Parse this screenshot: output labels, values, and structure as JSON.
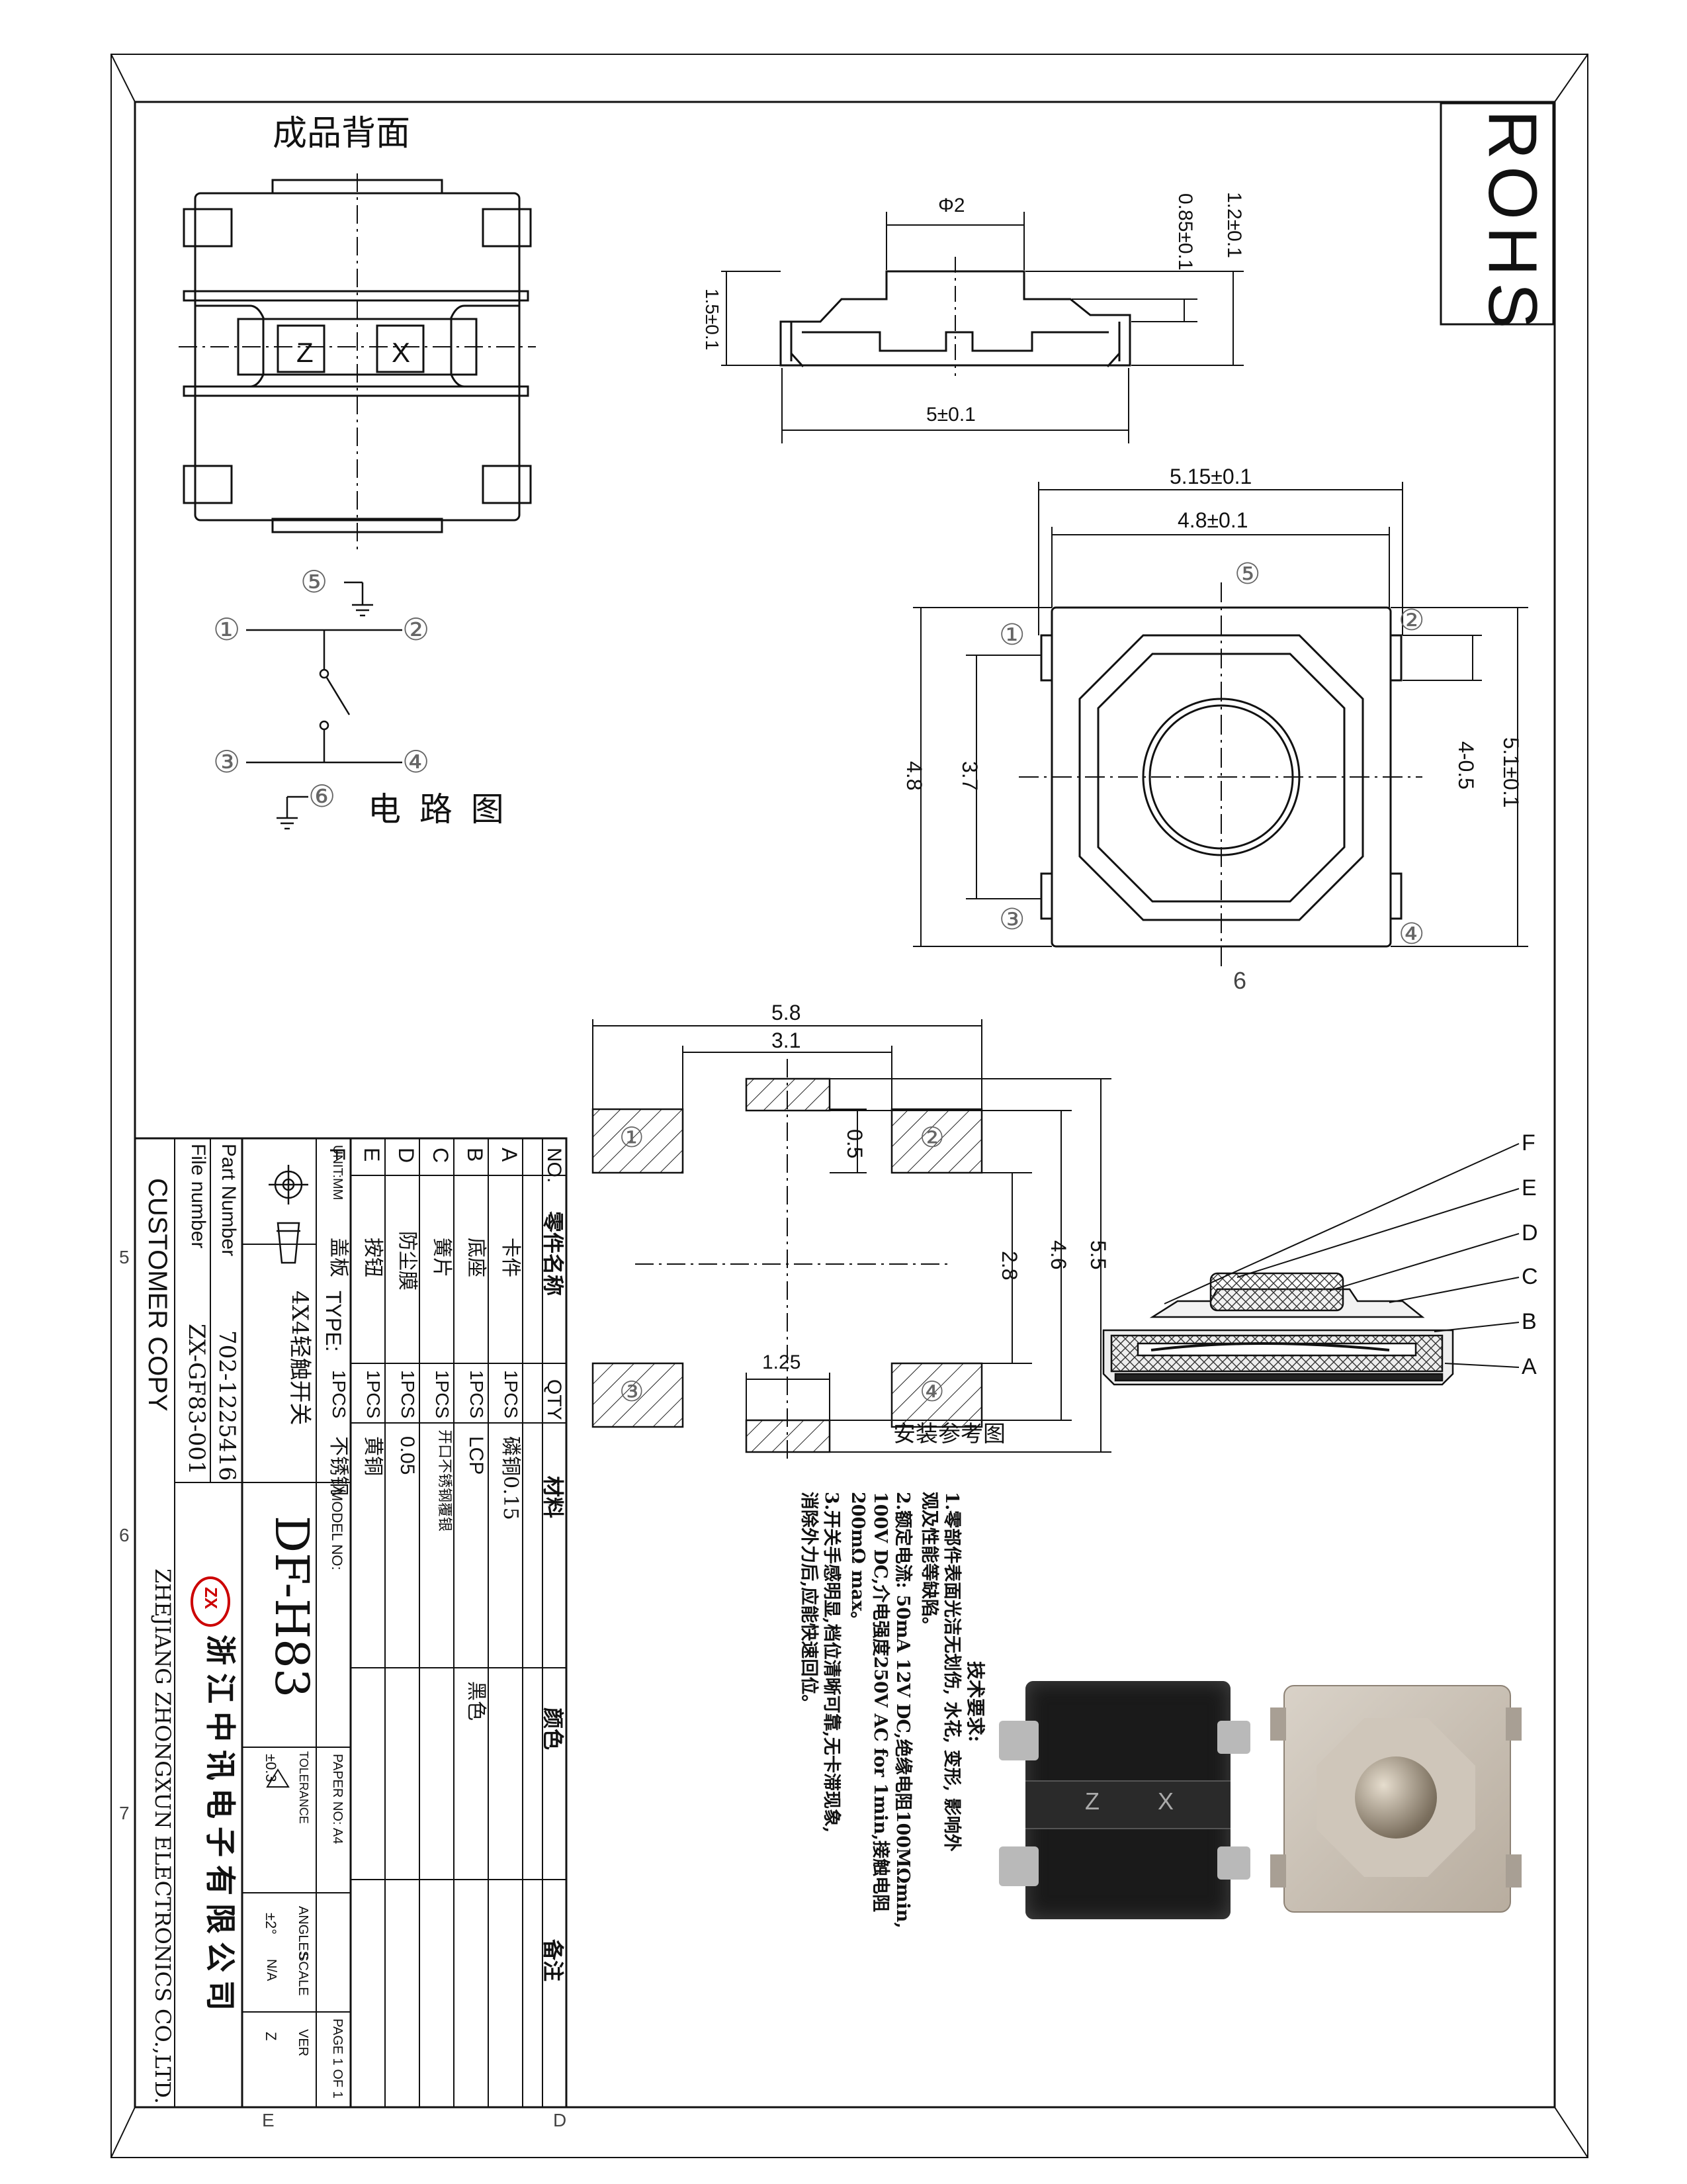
{
  "rohs": "ROHS",
  "back_view_title": "成品背面",
  "circuit_title": "电 路 图",
  "install_ref": "安装参考图",
  "pins": [
    "①",
    "②",
    "③",
    "④",
    "⑤",
    "⑥"
  ],
  "pin6_label": "6",
  "dimensions": {
    "d_button": "Φ2",
    "h_085": "0.85±0.1",
    "h_12": "1.2±0.1",
    "h_15": "1.5±0.1",
    "w_5": "5±0.1",
    "w_515": "5.15±0.1",
    "w_48": "4.8±0.1",
    "h_48": "4.8",
    "h_37": "3.7",
    "h_4_05": "4-0.5",
    "h_51": "5.1±0.1",
    "pad_58": "5.8",
    "pad_31": "3.1",
    "pad_05": "0.5",
    "pad_28": "2.8",
    "pad_46": "4.6",
    "pad_55": "5.5",
    "pad_125": "1.25"
  },
  "section_letters": [
    "F",
    "E",
    "D",
    "C",
    "B",
    "A"
  ],
  "tech": {
    "title": "技术要求:",
    "lines": [
      "1.零部件表面光洁无划伤, 水花, 变形, 影响外",
      "  观及性能等缺陷。",
      "2.额定电流: 50mA 12V DC,绝缘电阻100MΩmin,",
      "  100V DC,介电强度250V AC for 1min,接触电阻",
      "  200mΩ max。",
      "3.开关手感明显,档位清晰可靠,无卡滞现象,",
      "  消除外力后,应能快速回位。"
    ]
  },
  "bom": {
    "headers": [
      "NO.",
      "零件名称",
      "QTY",
      "材料",
      "颜色",
      "备注"
    ],
    "rows": [
      {
        "no": "A",
        "name": "卡件",
        "qty": "1PCS",
        "material": "磷铜0.15",
        "color": "",
        "note": ""
      },
      {
        "no": "B",
        "name": "底座",
        "qty": "1PCS",
        "material": "LCP",
        "color": "黑色",
        "note": ""
      },
      {
        "no": "C",
        "name": "簧片",
        "qty": "1PCS",
        "material": "开口不锈钢覆银",
        "color": "",
        "note": ""
      },
      {
        "no": "D",
        "name": "防尘膜",
        "qty": "1PCS",
        "material": "0.05",
        "color": "",
        "note": ""
      },
      {
        "no": "E",
        "name": "按钮",
        "qty": "1PCS",
        "material": "黄铜",
        "color": "",
        "note": ""
      },
      {
        "no": "F",
        "name": "盖板",
        "qty": "1PCS",
        "material": "不锈钢",
        "color": "",
        "note": ""
      }
    ]
  },
  "title_block": {
    "unit": "UNIT:MM",
    "type_label": "TYPE:",
    "type_value": "4X4轻触开关",
    "model_label": "MODEL NO:",
    "model_value": "DF-H83",
    "part_number_label": "Part Number",
    "part_number": "702-1225416",
    "file_number_label": "File number",
    "file_number": "ZX-GF83-001",
    "customer_copy": "CUSTOMER COPY",
    "company_cn": "浙江中讯电子有限公司",
    "company_en": "ZHEJIANG ZHONGXUN ELECTRONICS CO.,LTD.",
    "logo": "ZX",
    "paper_no": "PAPER NO: A4",
    "page": "PAGE 1 OF 1",
    "tolerance": "TOLERANCE",
    "tol_value": "±0.3",
    "angles": "ANGLES",
    "angles_value": "±2°",
    "scale": "SCALE",
    "scale_value": "N/A",
    "ver": "VER",
    "ver_value": "Z"
  },
  "photo_marks": [
    "Z",
    "X"
  ],
  "border_marks": [
    "5",
    "6",
    "7",
    "E",
    "D"
  ]
}
